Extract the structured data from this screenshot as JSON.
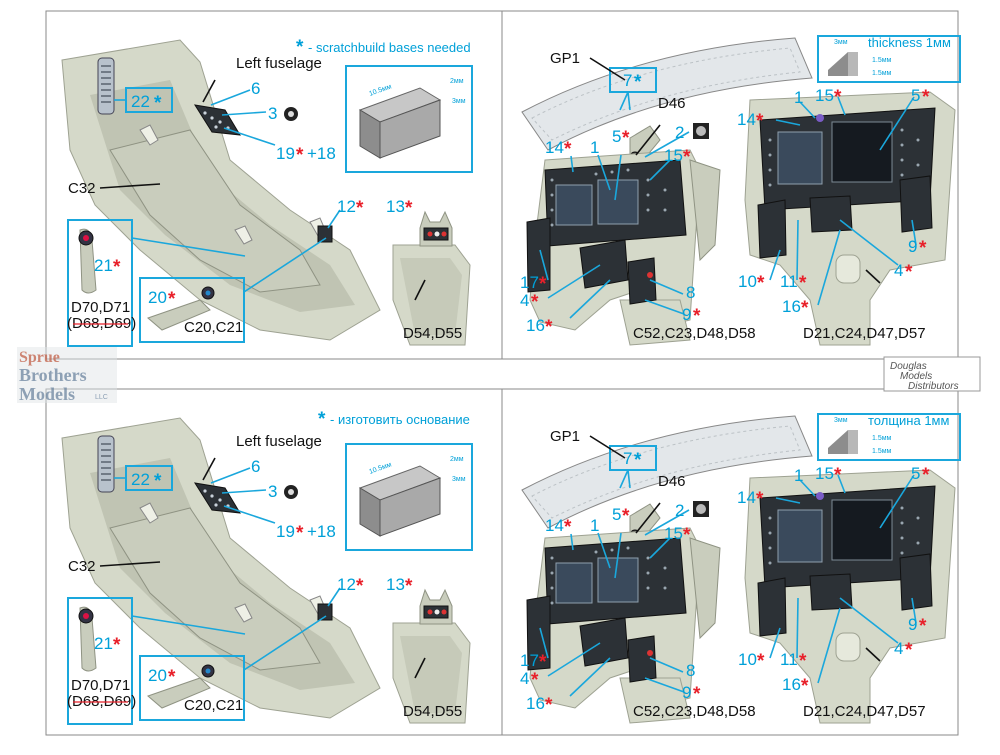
{
  "watermarks": {
    "left": [
      "Sprue",
      "Brothers",
      "Models"
    ],
    "left_suffix": "LLC",
    "right": [
      "Douglas",
      "Models",
      "Distributors"
    ]
  },
  "panels": [
    {
      "id": "top-left",
      "note_star": "*",
      "note": " - scratchbuild bases needed",
      "fuselage_label": "Left fuselage",
      "dims": {
        "a": "10.5мм",
        "b": "2мм",
        "c": "3мм"
      }
    },
    {
      "id": "top-right",
      "dims": {
        "a": "3мм",
        "label": "thickness 1мм",
        "b": "1.5мм",
        "c": "1.5мм"
      }
    },
    {
      "id": "bottom-left",
      "note_star": "*",
      "note": " - изготовить основание",
      "fuselage_label": "Left fuselage",
      "dims": {
        "a": "10.5мм",
        "b": "2мм",
        "c": "3мм"
      }
    },
    {
      "id": "bottom-right",
      "dims": {
        "a": "3мм",
        "label": "толщина 1мм",
        "b": "1.5мм",
        "c": "1.5мм"
      }
    }
  ],
  "left_labels": {
    "n22": "22",
    "n6": "6",
    "n3": "3",
    "n19": "19",
    "plus18": "+18",
    "c32": "C32",
    "n12": "12",
    "n13": "13",
    "n21": "21",
    "d70": "D70,D71",
    "d68": "(D68,D69)",
    "n20": "20",
    "c20": "C20,C21",
    "d54": "D54,D55"
  },
  "right_labels": {
    "gp1": "GP1",
    "n7": "7",
    "d46": "D46",
    "n2": "2",
    "n14": "14",
    "n1": "1",
    "n5": "5",
    "n15": "15",
    "n17": "17",
    "n4": "4",
    "n16": "16",
    "n8": "8",
    "n9": "9",
    "n10": "10",
    "n11": "11",
    "c52": "C52,C23,D48,D58",
    "d21": "D21,C24,D47,D57"
  },
  "star": "*",
  "colors": {
    "label_blue": "#00a0d8",
    "star_red": "#e8202a",
    "resin": "#d5d9c9"
  }
}
